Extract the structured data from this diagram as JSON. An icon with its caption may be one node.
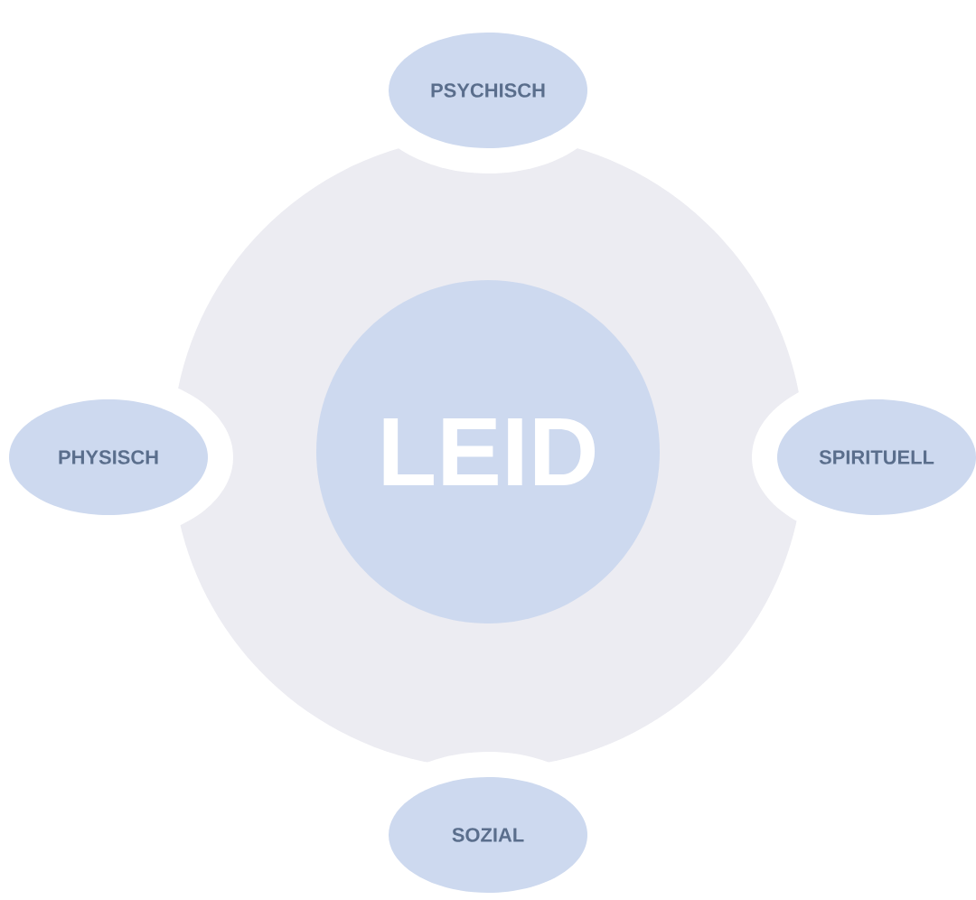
{
  "diagram": {
    "nodes": [
      {
        "text": [
          "LEID"
        ]
      },
      {
        "text": [
          "PSYCHISCH"
        ]
      },
      {
        "text": [
          "PHYSISCH"
        ]
      },
      {
        "text": [
          "SPIRITUELL"
        ]
      },
      {
        "text": [
          "SOZIAL"
        ]
      }
    ]
  }
}
